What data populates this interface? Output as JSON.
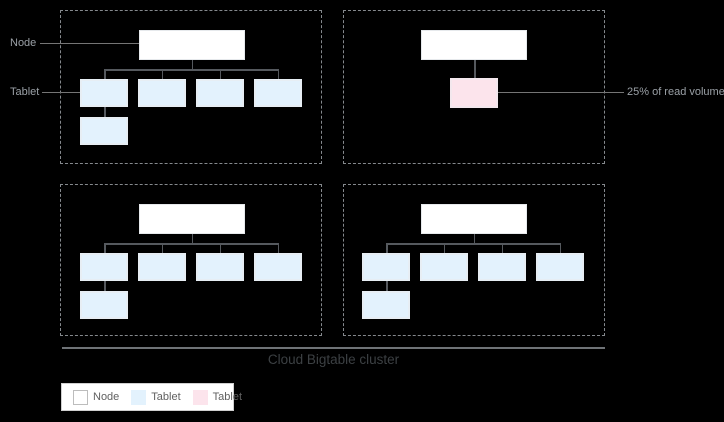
{
  "labels": {
    "node": "Node",
    "tablet": "Tablet",
    "annotation": "25% of read volume",
    "cluster_title": "Cloud Bigtable cluster"
  },
  "legend": {
    "items": [
      {
        "label": "Node",
        "color": "#ffffff"
      },
      {
        "label": "Tablet",
        "color": "#e3f2fd"
      },
      {
        "label": "Tablet",
        "color": "#fce4ec"
      }
    ]
  },
  "structure": {
    "node_groups": [
      {
        "id": 1,
        "position": "top-left",
        "tablets": 5,
        "hot_tablets": 0
      },
      {
        "id": 2,
        "position": "top-right",
        "tablets": 0,
        "hot_tablets": 1
      },
      {
        "id": 3,
        "position": "bottom-left",
        "tablets": 5,
        "hot_tablets": 0
      },
      {
        "id": 4,
        "position": "bottom-right",
        "tablets": 5,
        "hot_tablets": 0
      }
    ],
    "hot_tablet_note": "25% of read volume"
  },
  "colors": {
    "background": "#000000",
    "node_fill": "#ffffff",
    "tablet_fill": "#e3f2fd",
    "hot_tablet_fill": "#fce4ec",
    "connector": "#55595e",
    "leader": "#757575",
    "dashed_border": "#85898d",
    "label_text": "#9aa0a6",
    "title_text": "#3c4043",
    "legend_text": "#616161"
  }
}
